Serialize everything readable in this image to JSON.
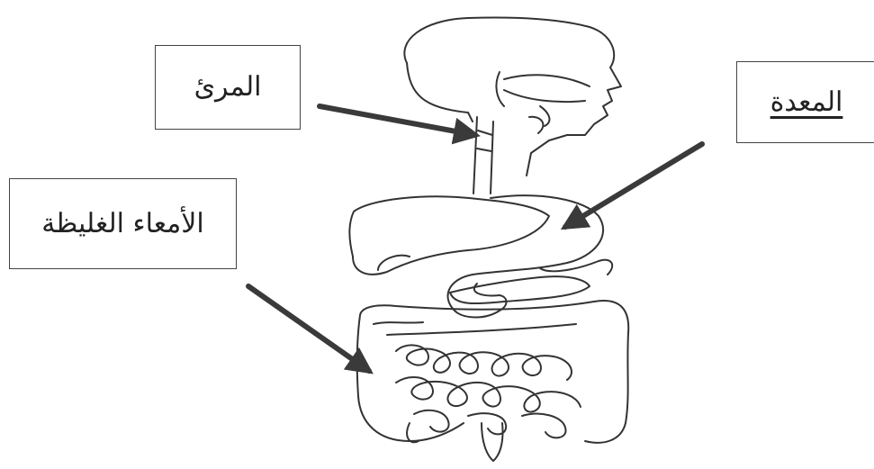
{
  "labels": {
    "esophagus": "المرئ",
    "stomach": "المعدة",
    "large_intestine": "الأمعاء الغليظة"
  },
  "colors": {
    "line": "#333333",
    "arrow": "#3a3a3a",
    "box_border": "#444444"
  }
}
